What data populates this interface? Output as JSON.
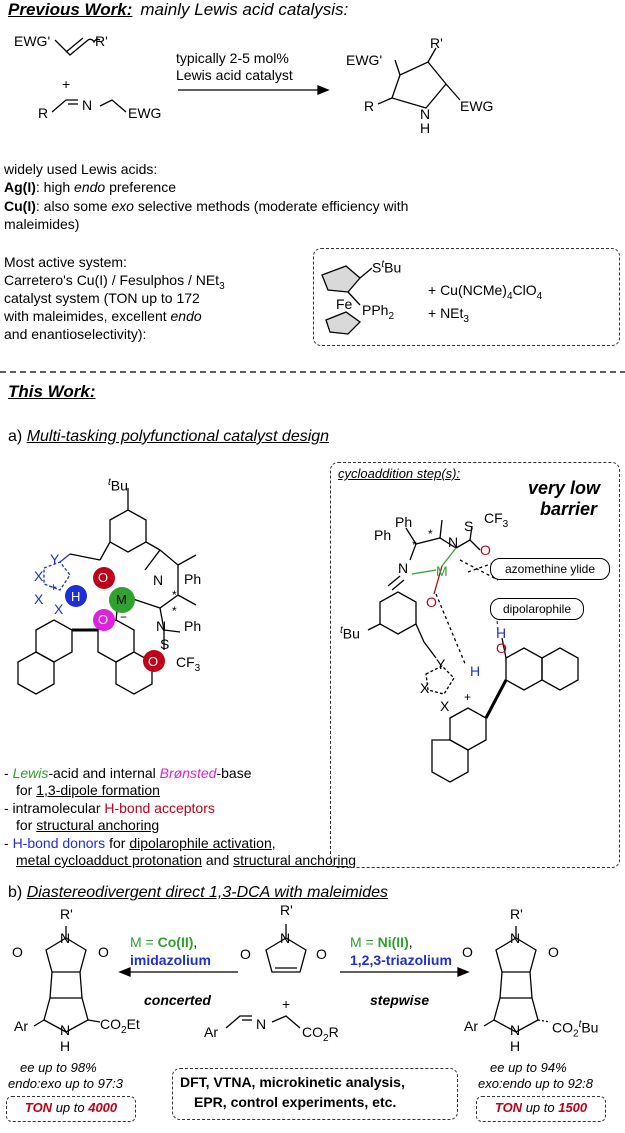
{
  "previous": {
    "heading_bold": "Previous Work:",
    "heading_rest": "mainly Lewis acid catalysis:",
    "reactant1_left": "EWG'",
    "reactant1_right": "R'",
    "plus": "+",
    "reactant2_r": "R",
    "reactant2_n": "N",
    "reactant2_ewg": "EWG",
    "arrow_line1": "typically 2-5 mol%",
    "arrow_line2": "Lewis acid catalyst",
    "product_ewg_top": "EWG'",
    "product_r_top": "R'",
    "product_r": "R",
    "product_ewg": "EWG",
    "product_n": "N",
    "product_h": "H",
    "widely_used": "widely used Lewis acids:",
    "ag_label": "Ag(I)",
    "ag_text_a": ": high ",
    "ag_text_i": "endo",
    "ag_text_b": " preference",
    "cu_label": "Cu(I)",
    "cu_text_a": ": also some ",
    "cu_text_i": "exo",
    "cu_text_b": " selective methods (moderate efficiency with",
    "cu_text_c": "maleimides)",
    "most_active": "Most active system:",
    "carretero_1": "Carretero's Cu(I) / Fesulphos / NEt",
    "carretero_1_sub": "3",
    "carretero_2": "catalyst system (TON up to 172",
    "carretero_3a": "with maleimides, excellent ",
    "carretero_3i": "endo",
    "carretero_4": "and enantioselectivity):",
    "fe_stbu": "S",
    "fe_stbu_t": "t",
    "fe_stbu_bu": "Bu",
    "fe_label": "Fe",
    "fe_pph2": "PPh",
    "fe_pph2_sub": "2",
    "cu_salt": "+ Cu(NCMe)",
    "cu_salt_sub": "4",
    "cu_salt_end": "ClO",
    "cu_salt_sub2": "4",
    "net3": "+ NEt",
    "net3_sub": "3"
  },
  "this_work": {
    "heading": "This Work:",
    "section_a_label": "a)",
    "section_a_title": "Multi-tasking polyfunctional catalyst design",
    "catalyst": {
      "tbu_t": "t",
      "tbu_bu": "Bu",
      "n": "N",
      "ph1": "Ph",
      "ph2": "Ph",
      "star1": "*",
      "star2": "*",
      "m": "M",
      "minus": "−",
      "o1": "O",
      "o2": "O",
      "o3": "O",
      "h": "H",
      "y": "Y",
      "x1": "X",
      "x2": "X",
      "x3": "X",
      "plus": "+",
      "n2": "N",
      "s": "S",
      "o4": "O",
      "cf3": "CF",
      "cf3_sub": "3"
    },
    "legend": {
      "l1_a": "- ",
      "l1_green": "Lewis",
      "l1_b": "-acid and internal ",
      "l1_magenta": "Brønsted",
      "l1_c": "-base",
      "l2_a": "for ",
      "l2_u": "1,3-dipole formation",
      "l3_a": "- intramolecular ",
      "l3_red": "H-bond acceptors",
      "l4_a": "for ",
      "l4_u": "structural anchoring",
      "l5_a": "- ",
      "l5_blue": "H-bond donors",
      "l5_b": " for ",
      "l5_u": "dipolarophile activation",
      "l5_c": ",",
      "l6_u1": "metal cycloadduct protonation",
      "l6_b": " and ",
      "l6_u2": "structural anchoring"
    },
    "cyclo_box": {
      "title": "cycloaddition step(s):",
      "very_low": "very low",
      "barrier": "barrier",
      "ph1": "Ph",
      "ph2": "Ph",
      "star1": "*",
      "star2": "*",
      "n": "N",
      "n2": "N",
      "s": "S",
      "o": "O",
      "cf3": "CF",
      "cf3_sub": "3",
      "m": "M",
      "o2": "O",
      "h": "H",
      "o3": "O",
      "h2": "H",
      "y": "Y",
      "x1": "X",
      "x2": "X",
      "plus": "+",
      "tbu_t": "t",
      "tbu_bu": "Bu",
      "azomethine_ylide": "azomethine ylide",
      "dipolarophile": "dipolarophile"
    },
    "section_b_label": "b)",
    "section_b_title": "Diastereodivergent  direct 1,3-DCA with maleimides",
    "left": {
      "m_eq": "M = ",
      "metal": "Co(II)",
      "comma": ",",
      "additive": "imidazolium",
      "mechanism": "concerted",
      "r_prime": "R'",
      "n": "N",
      "o1": "O",
      "o2": "O",
      "ar": "Ar",
      "nh_n": "N",
      "nh_h": "H",
      "co2et": "CO",
      "co2et_sub": "2",
      "co2et_end": "Et",
      "ee": "ee",
      "ee_rest": " up to 98%",
      "ratio": "endo:exo up to 97:3",
      "ton_label": "TON",
      "ton_mid": " up to ",
      "ton_value": "4000"
    },
    "center": {
      "r_prime": "R'",
      "n": "N",
      "o1": "O",
      "o2": "O",
      "plus": "+",
      "ar": "Ar",
      "n2": "N",
      "co2r": "CO",
      "co2r_sub": "2",
      "co2r_end": "R",
      "methods_1": "DFT, VTNA, microkinetic analysis,",
      "methods_2": "EPR, control experiments, etc."
    },
    "right": {
      "m_eq": "M = ",
      "metal": "Ni(II)",
      "comma": ",",
      "additive": "1,2,3-triazolium",
      "mechanism": "stepwise",
      "r_prime": "R'",
      "n": "N",
      "o1": "O",
      "o2": "O",
      "ar": "Ar",
      "nh_n": "N",
      "nh_h": "H",
      "co2tbu": "CO",
      "co2tbu_sub": "2",
      "co2tbu_t": "t",
      "co2tbu_end": "Bu",
      "ee": "ee",
      "ee_rest": " up to 94%",
      "ratio": "exo:endo up to 92:8",
      "ton_label": "TON",
      "ton_mid": " up to ",
      "ton_value": "1500"
    }
  },
  "colors": {
    "red": "#c0001a",
    "green": "#2ea12e",
    "blue": "#1f2fd8",
    "magenta": "#e020e0"
  }
}
